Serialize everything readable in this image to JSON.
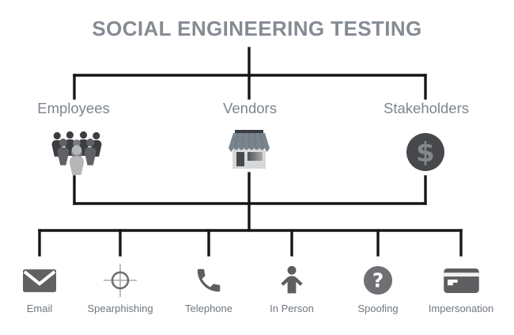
{
  "title": "SOCIAL ENGINEERING TESTING",
  "colors": {
    "line": "#161616",
    "title_text": "#858b92",
    "branch_label": "#7b858f",
    "leaf_label": "#6f767d"
  },
  "branches": [
    {
      "label": "Employees",
      "icon": "crowd-icon"
    },
    {
      "label": "Vendors",
      "icon": "storefront-icon"
    },
    {
      "label": "Stakeholders",
      "icon": "dollar-icon"
    }
  ],
  "methods": [
    {
      "label": "Email",
      "icon": "envelope-icon"
    },
    {
      "label": "Spearphishing",
      "icon": "crosshair-icon"
    },
    {
      "label": "Telephone",
      "icon": "phone-icon"
    },
    {
      "label": "In Person",
      "icon": "person-icon"
    },
    {
      "label": "Spoofing",
      "icon": "question-icon"
    },
    {
      "label": "Impersonation",
      "icon": "card-icon"
    }
  ],
  "icons": {
    "dollar_glyph": "$",
    "question_glyph": "?"
  }
}
